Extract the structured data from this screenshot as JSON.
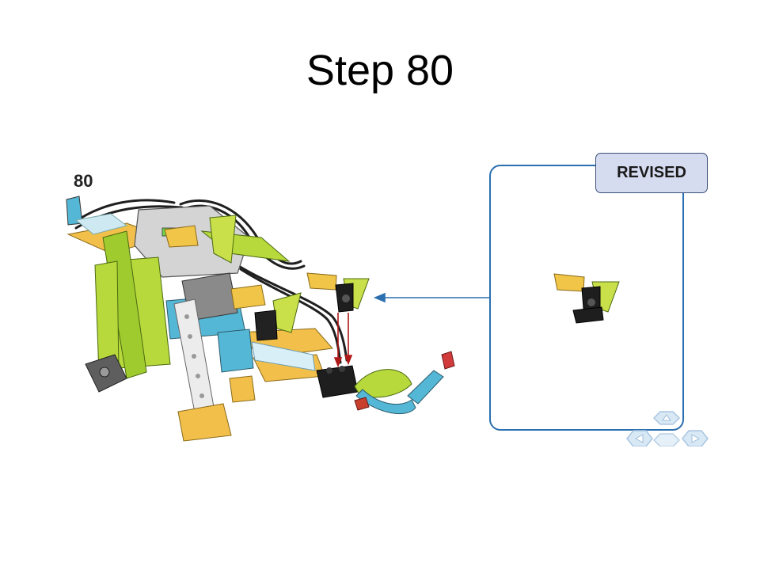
{
  "slide": {
    "title": "Step 80"
  },
  "instruction": {
    "step_number": "80",
    "badge_label": "REVISED"
  },
  "icons": {
    "nav_up": "arrow-up-icon",
    "nav_left": "arrow-left-icon",
    "nav_right": "arrow-right-icon"
  },
  "colors": {
    "lime": "#b7d93c",
    "yellow_orange": "#f2c04a",
    "light_gray": "#c8c8c8",
    "dark_gray": "#777777",
    "azure": "#55b7d6",
    "black": "#1a1a1a",
    "callout_border": "#2a6fb0",
    "badge_fill": "#d6dcf0"
  }
}
